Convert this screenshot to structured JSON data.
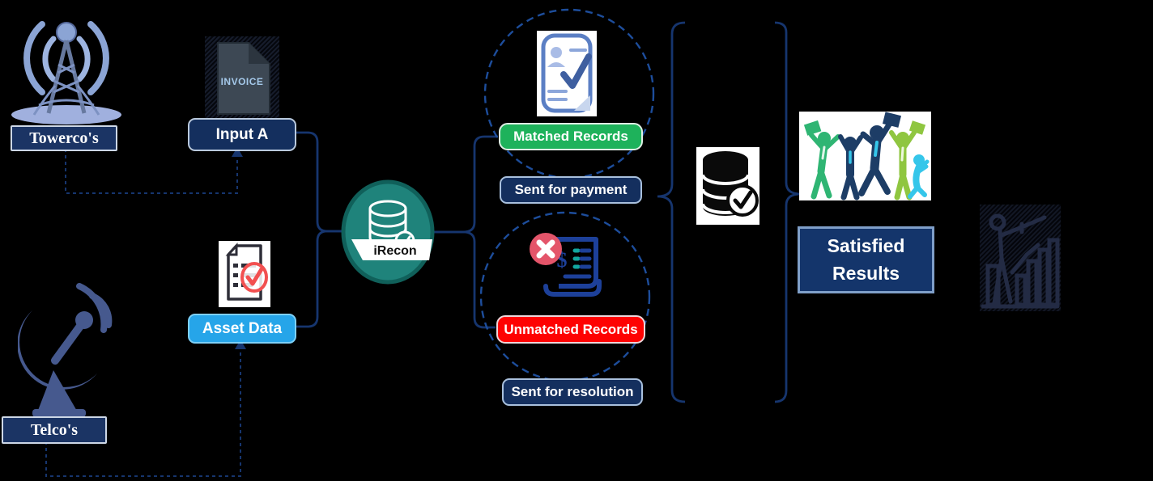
{
  "palette": {
    "background": "#000000",
    "connector_navy": "#16356e",
    "dashed_circle_blue": "#1d4d9b",
    "node_navy": "#142f5e",
    "node_border": "#b9c9dd",
    "engine_teal": "#1f837b",
    "matched_green": "#1eb25b",
    "unmatched_red": "#fe0202",
    "asset_blue": "#26a5e9",
    "badge_red": "#e4556a",
    "text_white": "#ffffff"
  },
  "sources": {
    "towerco": {
      "label": "Towerco's"
    },
    "telco": {
      "label": "Telco's"
    }
  },
  "inputs": {
    "input_a": {
      "label": "Input A",
      "document_text": "INVOICE"
    },
    "asset_data": {
      "label": "Asset Data"
    }
  },
  "engine": {
    "label": "iRecon"
  },
  "outputs": {
    "matched": {
      "label": "Matched Records",
      "action": "Sent for payment"
    },
    "unmatched": {
      "label": "Unmatched Records",
      "action": "Sent for resolution",
      "currency_symbol": "$"
    }
  },
  "results": {
    "label": "Satisfied Results"
  }
}
